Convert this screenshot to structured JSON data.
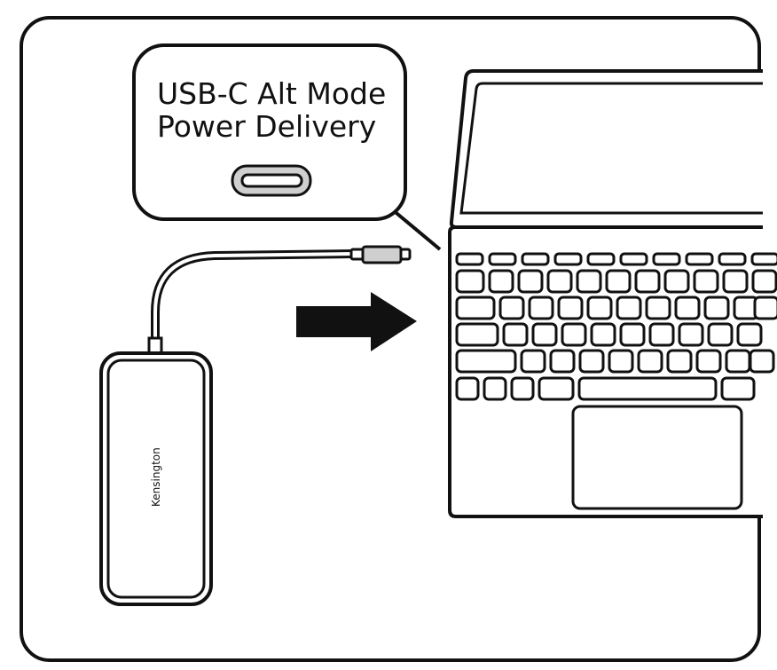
{
  "callout": {
    "line1": "USB-C Alt Mode",
    "line2": "Power Delivery"
  },
  "hub": {
    "brand": "Kensington"
  },
  "colors": {
    "stroke": "#111111",
    "background": "#ffffff",
    "port_fill": "#c9c9c9",
    "cable_gray": "#d4d4d4",
    "arrow": "#111111"
  },
  "icons": {
    "direction_arrow": "arrow-right-icon",
    "port": "usb-c-port-icon",
    "connector": "usb-c-plug-icon"
  }
}
